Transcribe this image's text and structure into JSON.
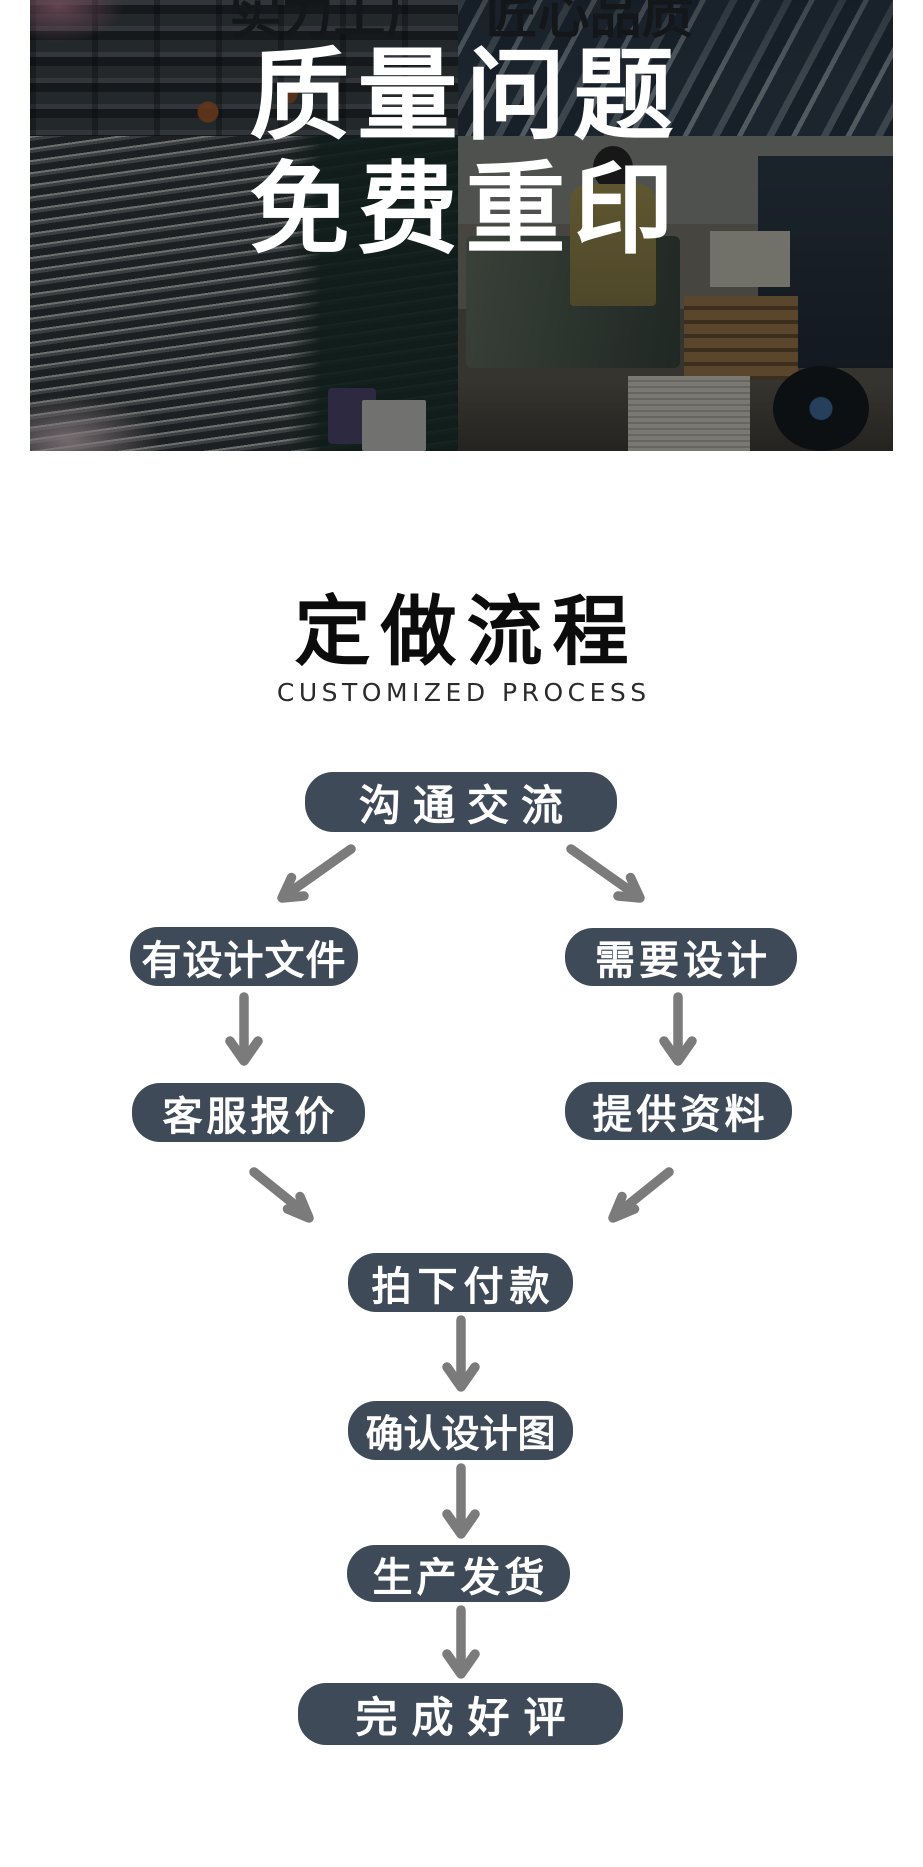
{
  "banner": {
    "slogan_left": "实力工厂",
    "slogan_right": "匠心品质",
    "headline_line1": "质量问题",
    "headline_line2": "免费重印"
  },
  "process": {
    "title": "定做流程",
    "subtitle": "CUSTOMIZED PROCESS",
    "steps": [
      "沟通交流",
      "有设计文件",
      "需要设计",
      "客服报价",
      "提供资料",
      "拍下付款",
      "确认设计图",
      "生产发货",
      "完成好评"
    ]
  },
  "colors": {
    "node_bg": "#3f4a59",
    "arrow": "#7b7b7b",
    "headline": "#ffffff",
    "title": "#0c0c0c"
  }
}
